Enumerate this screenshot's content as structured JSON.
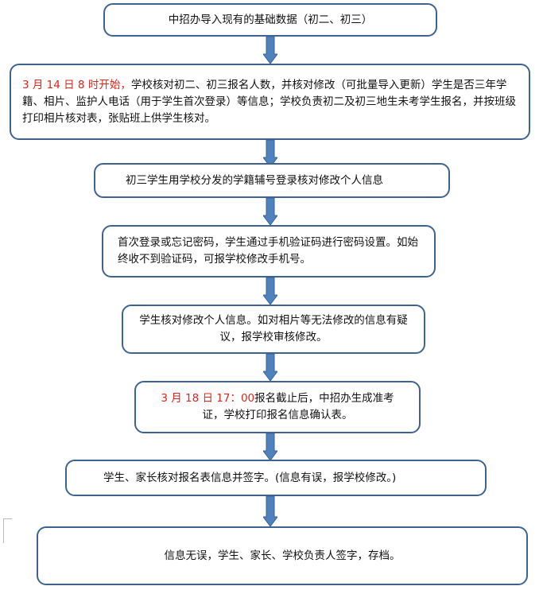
{
  "steps": [
    {
      "text": "中招办导入现有的基础数据（初二、初三）"
    },
    {
      "highlight": "3 月 14 日 8 时开始，",
      "text": "学校核对初二、初三报名人数，并核对修改（可批量导入更新）学生是否三年学籍、相片、监护人电话（用于学生首次登录）等信息；学校负责初二及初三地生未考学生报名，并按班级打印相片核对表，张贴班上供学生核对。"
    },
    {
      "text": "初三学生用学校分发的学籍辅号登录核对修改个人信息"
    },
    {
      "text": "首次登录或忘记密码，学生通过手机验证码进行密码设置。如始终收不到验证码，可报学校修改手机号。"
    },
    {
      "text": "学生核对修改个人信息。如对相片等无法修改的信息有疑议，报学校审核修改。"
    },
    {
      "highlight": "3 月 18 日 17：00",
      "text": "报名截止后，中招办生成准考证，学校打印报名信息确认表。"
    },
    {
      "text": "学生、家长核对报名表信息并签字。(信息有误，报学校修改。)"
    },
    {
      "text": "信息无误，学生、家长、学校负责人签字，存档。"
    }
  ],
  "colors": {
    "box_border": "#3F6390",
    "arrow_fill": "#4F81BD",
    "highlight": "#E2231A"
  }
}
